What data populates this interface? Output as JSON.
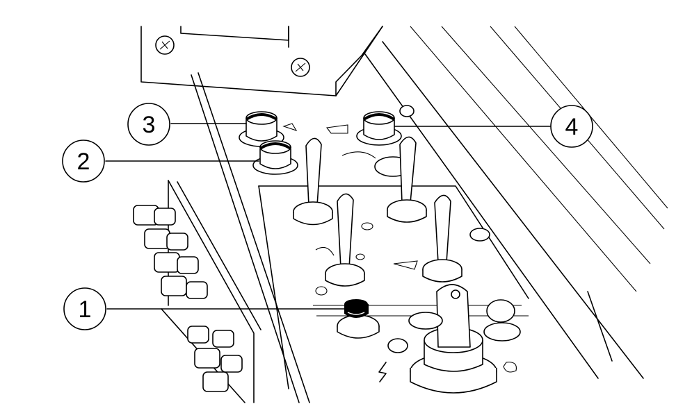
{
  "callouts": [
    {
      "id": "1",
      "label": "1"
    },
    {
      "id": "2",
      "label": "2"
    },
    {
      "id": "3",
      "label": "3"
    },
    {
      "id": "4",
      "label": "4"
    }
  ],
  "colors": {
    "line": "#000000",
    "background": "#ffffff",
    "knob_dark": "#000000"
  },
  "icons": [
    "screw-icon",
    "lightning-icon",
    "lamp-symbol-icon"
  ]
}
